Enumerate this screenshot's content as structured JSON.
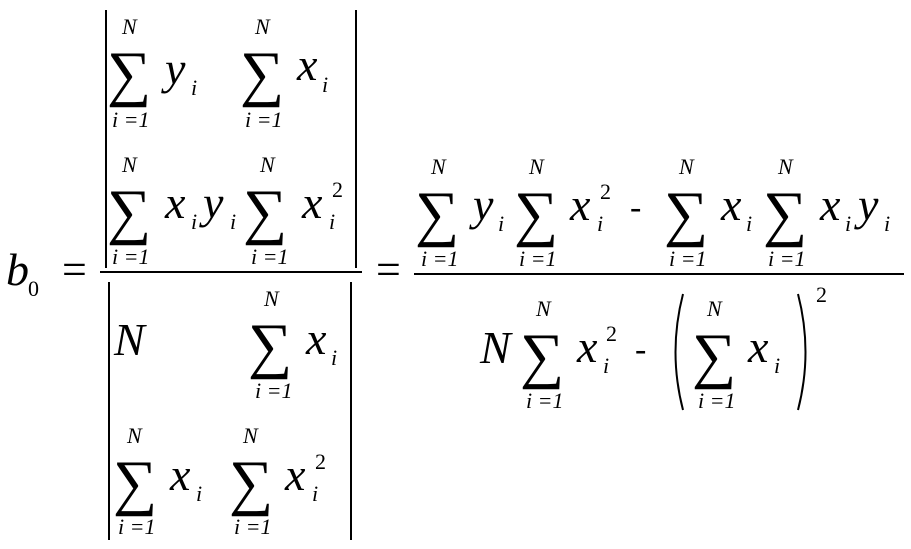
{
  "formula": {
    "lhs": {
      "var": "b",
      "sub": "0"
    },
    "equals": "=",
    "sum_symbol": "∑",
    "upper_limit": "N",
    "lower_limit": "i =1",
    "minus": "-",
    "index": "i",
    "vars": {
      "x": "x",
      "y": "y",
      "N": "N"
    },
    "power": "2",
    "paren_left": "(",
    "paren_right": ")",
    "numerator_determinant": [
      [
        {
          "term": "y",
          "sub": "i"
        },
        {
          "term": "x",
          "sub": "i"
        }
      ],
      [
        {
          "terms": [
            "x",
            "y"
          ],
          "subs": [
            "i",
            "i"
          ]
        },
        {
          "term": "x",
          "sub": "i",
          "sup": "2"
        }
      ]
    ],
    "denominator_determinant": [
      [
        {
          "term": "N"
        },
        {
          "term": "x",
          "sub": "i"
        }
      ],
      [
        {
          "term": "x",
          "sub": "i"
        },
        {
          "term": "x",
          "sub": "i",
          "sup": "2"
        }
      ]
    ]
  }
}
